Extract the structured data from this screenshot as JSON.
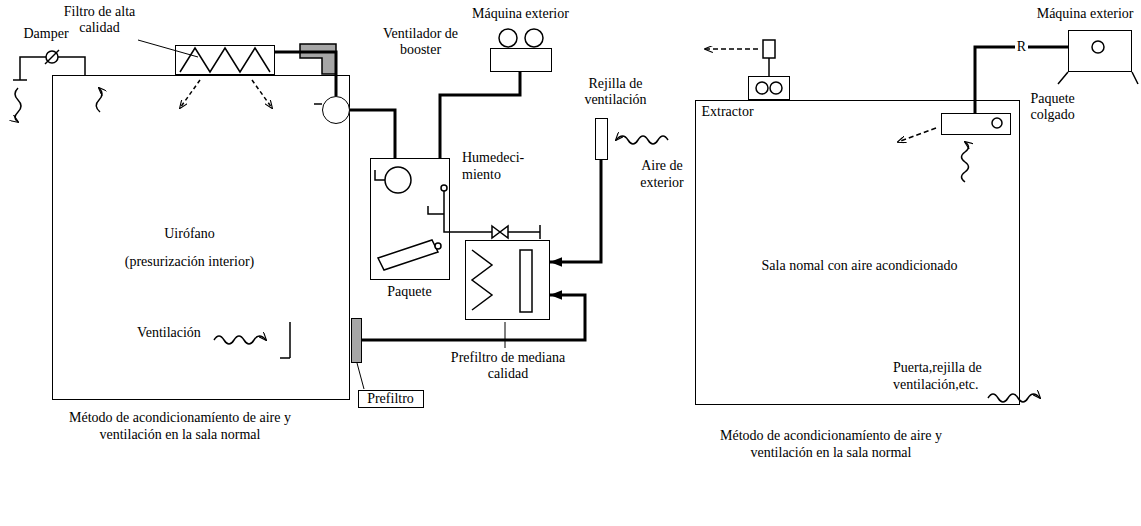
{
  "diagram": {
    "nodes": [
      {
        "text": [
          "Uirófano",
          "(presurización interior)"
        ]
      },
      {
        "text": [
          "Filtro de alta calidad"
        ]
      },
      {
        "text": [
          "Ventilador de booster"
        ]
      },
      {
        "text": [
          "Máquina exterior"
        ]
      },
      {
        "text": [
          "Paquete"
        ]
      },
      {
        "text": [
          "Prefiltro de mediana calidad"
        ]
      },
      {
        "text": [
          "Rejilla de ventilación"
        ]
      },
      {
        "text": [
          "Prefiltro"
        ]
      },
      {
        "text": [
          "Sala nomal con aire acondicionado"
        ]
      },
      {
        "text": [
          "Extractor"
        ]
      },
      {
        "text": [
          "Máquina exterior"
        ]
      },
      {
        "text": [
          "Paquete colgado"
        ],
        "in": 8
      }
    ],
    "edges": [
      {
        "from": 3,
        "to": 4,
        "arrow": "none"
      },
      {
        "from": 4,
        "to": 2,
        "arrow": "none"
      },
      {
        "from": 2,
        "to": 1,
        "arrow": "none"
      },
      {
        "from": 6,
        "to": 5,
        "arrow": "to"
      },
      {
        "from": 7,
        "to": 5,
        "arrow": "to"
      },
      {
        "from": 10,
        "to": 11,
        "label": "R",
        "arrow": "none"
      }
    ],
    "labels": [
      "Damper",
      "Humedeci- miento",
      "Aire de exterior",
      "Ventilación",
      "Método de acondicionamíento de aire y ventilación en la sala normal",
      "Método de acondicionamíento de aire y ventilación en la sala normal",
      "Puerta,rejilla de ventilación,etc."
    ]
  }
}
